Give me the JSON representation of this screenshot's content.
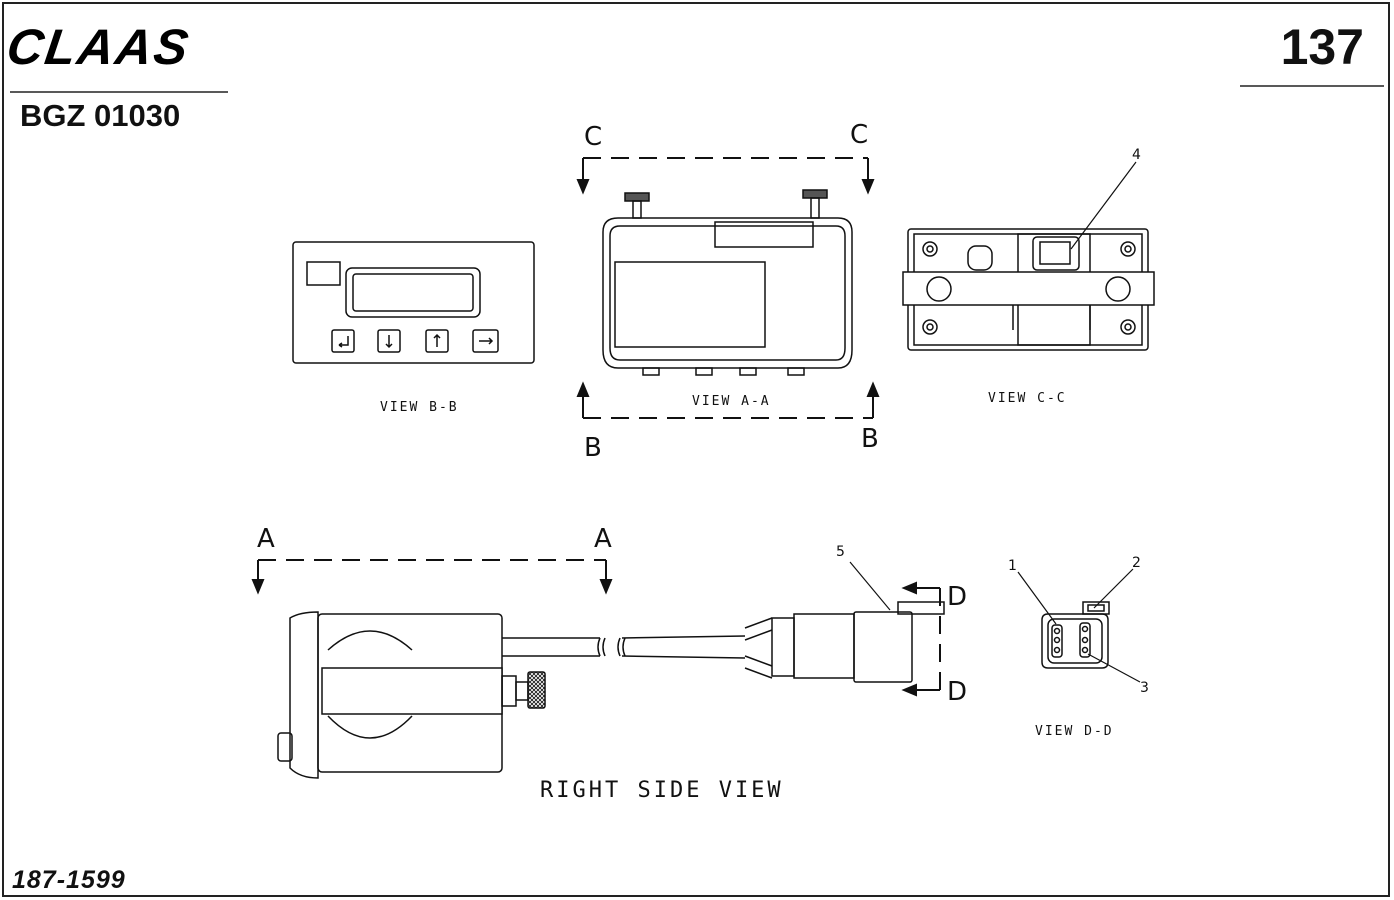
{
  "header": {
    "brand": "CLAAS",
    "page_number": "137",
    "doc_code": "BGZ 01030"
  },
  "footer": {
    "part_number": "187-1599"
  },
  "views": {
    "view_bb": "VIEW B-B",
    "view_aa": "VIEW A-A",
    "view_cc": "VIEW C-C",
    "right_side": "RIGHT SIDE VIEW",
    "view_dd": "VIEW D-D"
  },
  "section_markers": {
    "c_left": "C",
    "c_right": "C",
    "b_left": "B",
    "b_right": "B",
    "a_left": "A",
    "a_right": "A",
    "d_top": "D",
    "d_bottom": "D"
  },
  "callouts": {
    "c1": "1",
    "c2": "2",
    "c3": "3",
    "c4": "4",
    "c5": "5"
  }
}
